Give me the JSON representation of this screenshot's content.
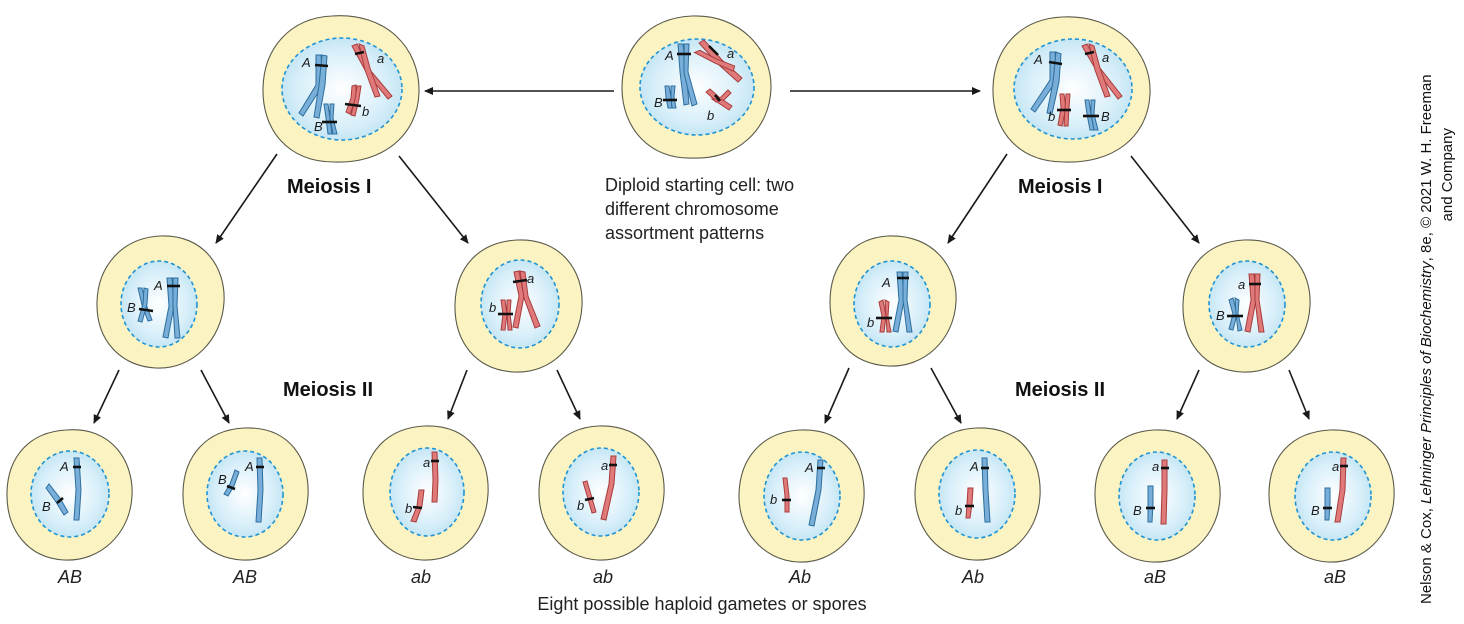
{
  "diagram": {
    "start_caption_lines": [
      "Diploid starting cell: two",
      "different chromosome",
      "assortment patterns"
    ],
    "meiosis_i_label": "Meiosis I",
    "meiosis_ii_label": "Meiosis II",
    "bottom_caption": "Eight possible haploid gametes or spores",
    "credit_line1_a": "Nelson & Cox, ",
    "credit_line1_b": "Lehninger Principles of Biochemistry",
    "credit_line1_c": ", 8e, © 2021 W. H. Freeman",
    "credit_line2": "and Company",
    "allele_labels": {
      "A": "A",
      "a": "a",
      "B": "B",
      "b": "b"
    },
    "gamete_genotypes": [
      "AB",
      "AB",
      "ab",
      "ab",
      "Ab",
      "Ab",
      "aB",
      "aB"
    ],
    "colors": {
      "blue_chromosome": "#78aed8",
      "red_chromosome": "#e07a7a",
      "cell_wall": "#fcf3c2",
      "nucleus_border": "#1f94d2"
    }
  }
}
